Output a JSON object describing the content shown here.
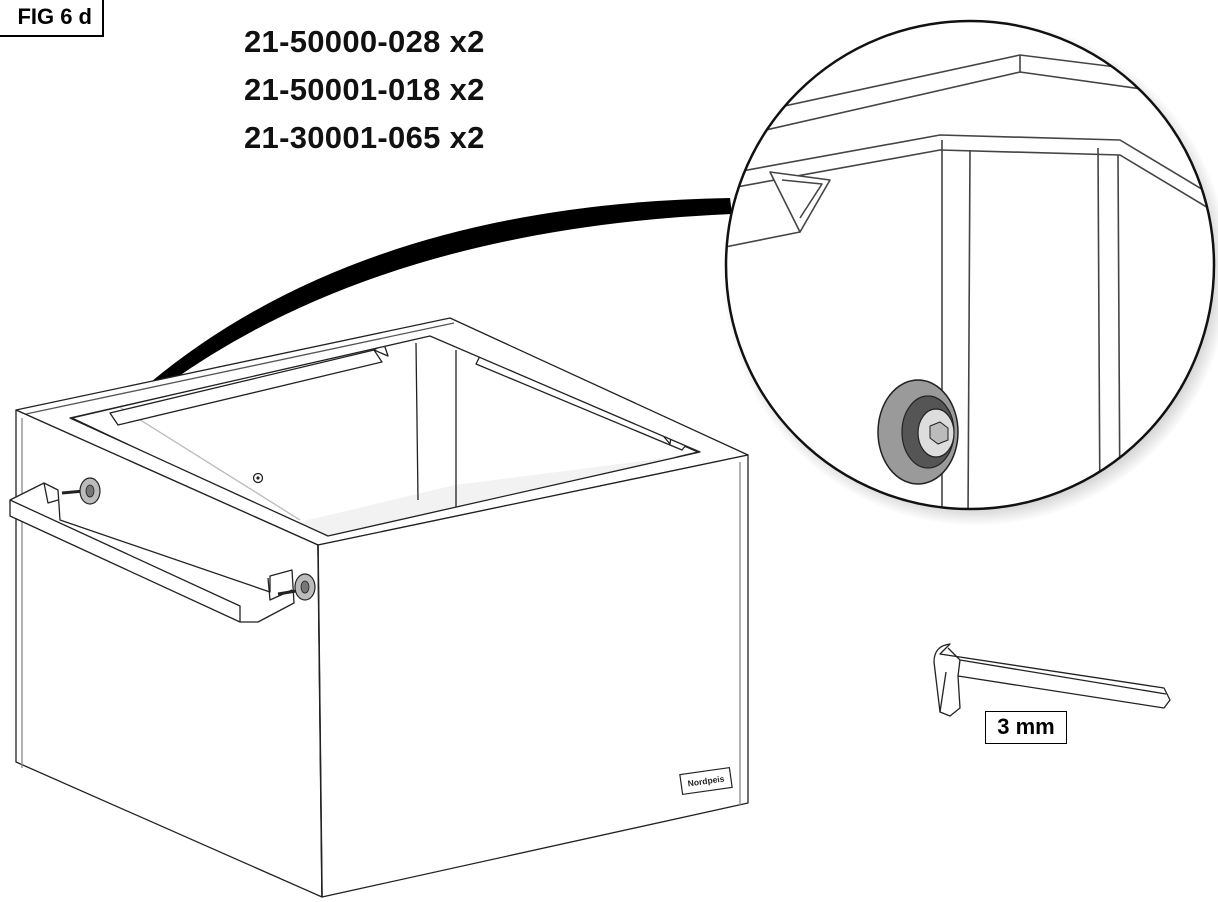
{
  "figure": {
    "label": "FIG 6 d"
  },
  "parts": [
    {
      "number": "21-50000-028 x2"
    },
    {
      "number": "21-50001-018 x2"
    },
    {
      "number": "21-30001-065 x2"
    }
  ],
  "tool": {
    "size_label": "3 mm",
    "icon": "hex-key-icon"
  },
  "product": {
    "brand": "Nordpeis"
  },
  "colors": {
    "line": "#222222",
    "fill": "#ffffff",
    "shade": "#9a9a9a",
    "callout": "#000000"
  }
}
